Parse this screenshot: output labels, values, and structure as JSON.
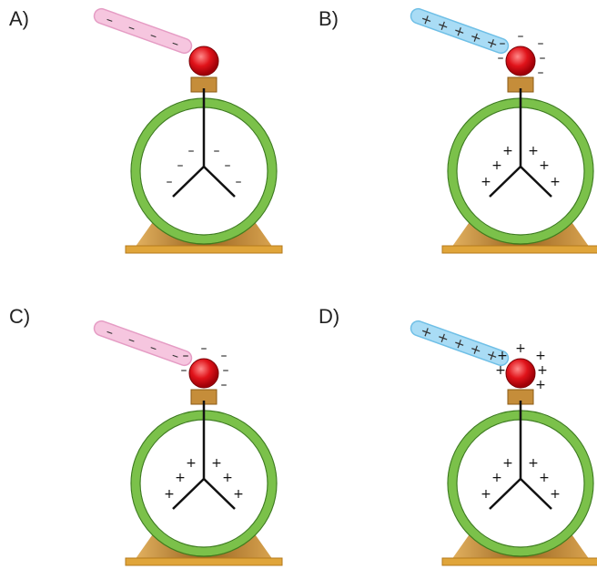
{
  "colors": {
    "pink_rod": "#f6c6df",
    "pink_rod_edge": "#e59cc4",
    "blue_rod": "#a9dcf5",
    "blue_rod_edge": "#6fbfe6",
    "ring": "#7bc14a",
    "ball": "#e0131a",
    "base": "#c58d3a"
  },
  "panels": [
    {
      "label": "A)",
      "rod": "negative",
      "rod_signs": [
        "–",
        "–",
        "–",
        "–"
      ],
      "ball_signs": [],
      "leaf_signs": [
        "–",
        "–",
        "–",
        "–",
        "–",
        "–"
      ]
    },
    {
      "label": "B)",
      "rod": "positive",
      "rod_signs": [
        "+",
        "+",
        "+",
        "+",
        "+"
      ],
      "ball_signs": [
        "–",
        "–",
        "–",
        "–",
        "–",
        "–"
      ],
      "leaf_signs": [
        "+",
        "+",
        "+",
        "+",
        "+",
        "+"
      ]
    },
    {
      "label": "C)",
      "rod": "negative",
      "rod_signs": [
        "–",
        "–",
        "–",
        "–"
      ],
      "ball_signs": [
        "–",
        "–",
        "–",
        "–",
        "–",
        "–"
      ],
      "leaf_signs": [
        "+",
        "+",
        "+",
        "+",
        "+",
        "+"
      ]
    },
    {
      "label": "D)",
      "rod": "positive",
      "rod_signs": [
        "+",
        "+",
        "+",
        "+",
        "+"
      ],
      "ball_signs": [
        "+",
        "+",
        "+",
        "+",
        "+",
        "+"
      ],
      "leaf_signs": [
        "+",
        "+",
        "+",
        "+",
        "+",
        "+"
      ]
    }
  ]
}
